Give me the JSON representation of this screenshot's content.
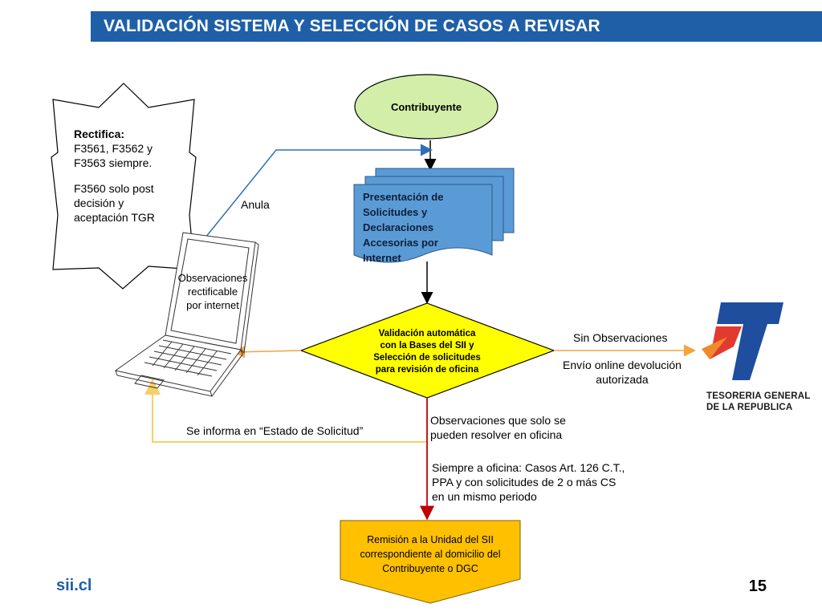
{
  "title": "VALIDACIÓN SISTEMA Y SELECCIÓN DE CASOS A REVISAR",
  "contribuyente": "Contribuyente",
  "rectifica": {
    "heading": "Rectifica:",
    "line1": "F3561, F3562 y",
    "line2": "F3563 siempre.",
    "line3": "F3560 solo post",
    "line4": "decisión y",
    "line5": "aceptación TGR"
  },
  "anula": "Anula",
  "presentacion": [
    "Presentación de",
    "Solicitudes y",
    "Declaraciones",
    "Accesorias  por",
    "Internet"
  ],
  "observaciones_rectificable": [
    "Observaciones",
    "rectificable",
    "por internet"
  ],
  "validacion": [
    "Validación automática",
    "con la Bases del SII y",
    "Selección de solicitudes",
    "para revisión de oficina"
  ],
  "sin_observaciones": "Sin Observaciones",
  "envio": [
    "Envío online devolución",
    "autorizada"
  ],
  "tgr": [
    "TESORERIA GENERAL",
    "DE LA REPUBLICA"
  ],
  "se_informa": "Se informa en “Estado de Solicitud”",
  "obs_oficina": [
    "Observaciones  que solo se",
    "pueden resolver en oficina"
  ],
  "siempre": [
    "Siempre a oficina: Casos Art. 126 C.T.,",
    "PPA y con solicitudes de 2 o más CS",
    "en un mismo periodo"
  ],
  "remision": [
    "Remisión a la Unidad del SII",
    "correspondiente al domicilio del",
    "Contribuyente o DGC"
  ],
  "logo": "sii.cl",
  "page_number": "15",
  "colors": {
    "title_bg": "#1f5fa8",
    "ellipse_fill": "#d2eea8",
    "doc_fill": "#5b9bd5",
    "diamond_fill": "#ffff00",
    "remision_fill": "#ffc000",
    "orange_arrow": "#f5a33c",
    "yellow_arrow": "#f7cf6a",
    "red_arrow": "#c00000",
    "blue_line": "#2e6fb5"
  }
}
